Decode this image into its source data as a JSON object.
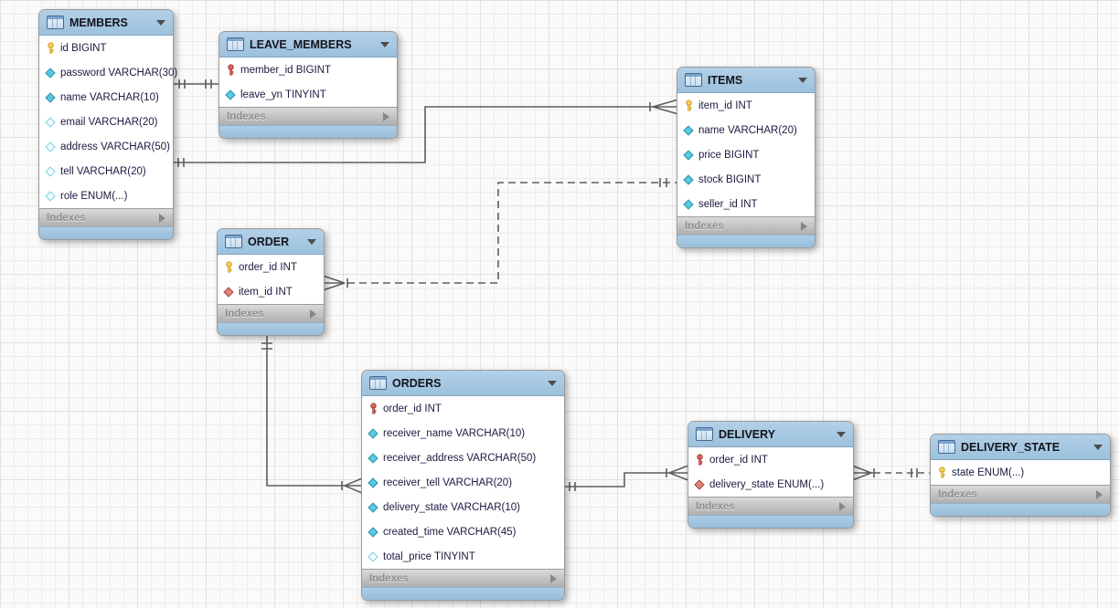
{
  "diagram": {
    "app": "EER diagram canvas",
    "indexes_label": "Indexes",
    "colors": {
      "table_header": "#a9c9e2",
      "footer_gray": "#c3c3c3",
      "primary_key": "#f7c94f",
      "foreign_key_red": "#e2655c",
      "notnull_diamond": "#5ac8de",
      "nullable_diamond": "#f4fdff",
      "fk_attr_diamond": "#e0837b",
      "connector_line": "#5e5e5e"
    },
    "tables": [
      {
        "name": "MEMBERS",
        "columns": [
          {
            "icon": "primary-key",
            "label": "id BIGINT"
          },
          {
            "icon": "notnull-diamond",
            "label": "password VARCHAR(30)"
          },
          {
            "icon": "notnull-diamond",
            "label": "name VARCHAR(10)"
          },
          {
            "icon": "nullable-diamond",
            "label": "email VARCHAR(20)"
          },
          {
            "icon": "nullable-diamond",
            "label": "address VARCHAR(50)"
          },
          {
            "icon": "nullable-diamond",
            "label": "tell VARCHAR(20)"
          },
          {
            "icon": "nullable-diamond",
            "label": "role ENUM(...)"
          }
        ]
      },
      {
        "name": "LEAVE_MEMBERS",
        "columns": [
          {
            "icon": "foreign-primary-key",
            "label": "member_id BIGINT"
          },
          {
            "icon": "notnull-diamond",
            "label": "leave_yn TINYINT"
          }
        ]
      },
      {
        "name": "ITEMS",
        "columns": [
          {
            "icon": "primary-key",
            "label": "item_id INT"
          },
          {
            "icon": "notnull-diamond",
            "label": "name VARCHAR(20)"
          },
          {
            "icon": "notnull-diamond",
            "label": "price BIGINT"
          },
          {
            "icon": "notnull-diamond",
            "label": "stock BIGINT"
          },
          {
            "icon": "notnull-diamond",
            "label": "seller_id INT"
          }
        ]
      },
      {
        "name": "ORDER",
        "columns": [
          {
            "icon": "primary-key",
            "label": "order_id INT"
          },
          {
            "icon": "fk-diamond",
            "label": "item_id INT"
          }
        ]
      },
      {
        "name": "ORDERS",
        "columns": [
          {
            "icon": "foreign-primary-key",
            "label": "order_id INT"
          },
          {
            "icon": "notnull-diamond",
            "label": "receiver_name VARCHAR(10)"
          },
          {
            "icon": "notnull-diamond",
            "label": "receiver_address VARCHAR(50)"
          },
          {
            "icon": "notnull-diamond",
            "label": "receiver_tell VARCHAR(20)"
          },
          {
            "icon": "notnull-diamond",
            "label": "delivery_state VARCHAR(10)"
          },
          {
            "icon": "notnull-diamond",
            "label": "created_time VARCHAR(45)"
          },
          {
            "icon": "nullable-diamond",
            "label": "total_price TINYINT"
          }
        ]
      },
      {
        "name": "DELIVERY",
        "columns": [
          {
            "icon": "foreign-primary-key",
            "label": "order_id INT"
          },
          {
            "icon": "fk-diamond",
            "label": "delivery_state ENUM(...)"
          }
        ]
      },
      {
        "name": "DELIVERY_STATE",
        "columns": [
          {
            "icon": "primary-key",
            "label": "state ENUM(...)"
          }
        ]
      }
    ],
    "relationships": [
      {
        "from": "MEMBERS",
        "to": "LEAVE_MEMBERS",
        "line": "solid",
        "from_end": "one",
        "to_end": "one"
      },
      {
        "from": "MEMBERS",
        "to": "ITEMS",
        "line": "solid",
        "from_end": "one",
        "to_end": "many"
      },
      {
        "from": "ORDER",
        "to": "ITEMS",
        "line": "dashed",
        "from_end": "many",
        "to_end": "one"
      },
      {
        "from": "ORDER",
        "to": "ORDERS",
        "line": "solid",
        "from_end": "one",
        "to_end": "many"
      },
      {
        "from": "ORDERS",
        "to": "DELIVERY",
        "line": "solid",
        "from_end": "one",
        "to_end": "many"
      },
      {
        "from": "DELIVERY",
        "to": "DELIVERY_STATE",
        "line": "dashed",
        "from_end": "many",
        "to_end": "one"
      }
    ]
  }
}
